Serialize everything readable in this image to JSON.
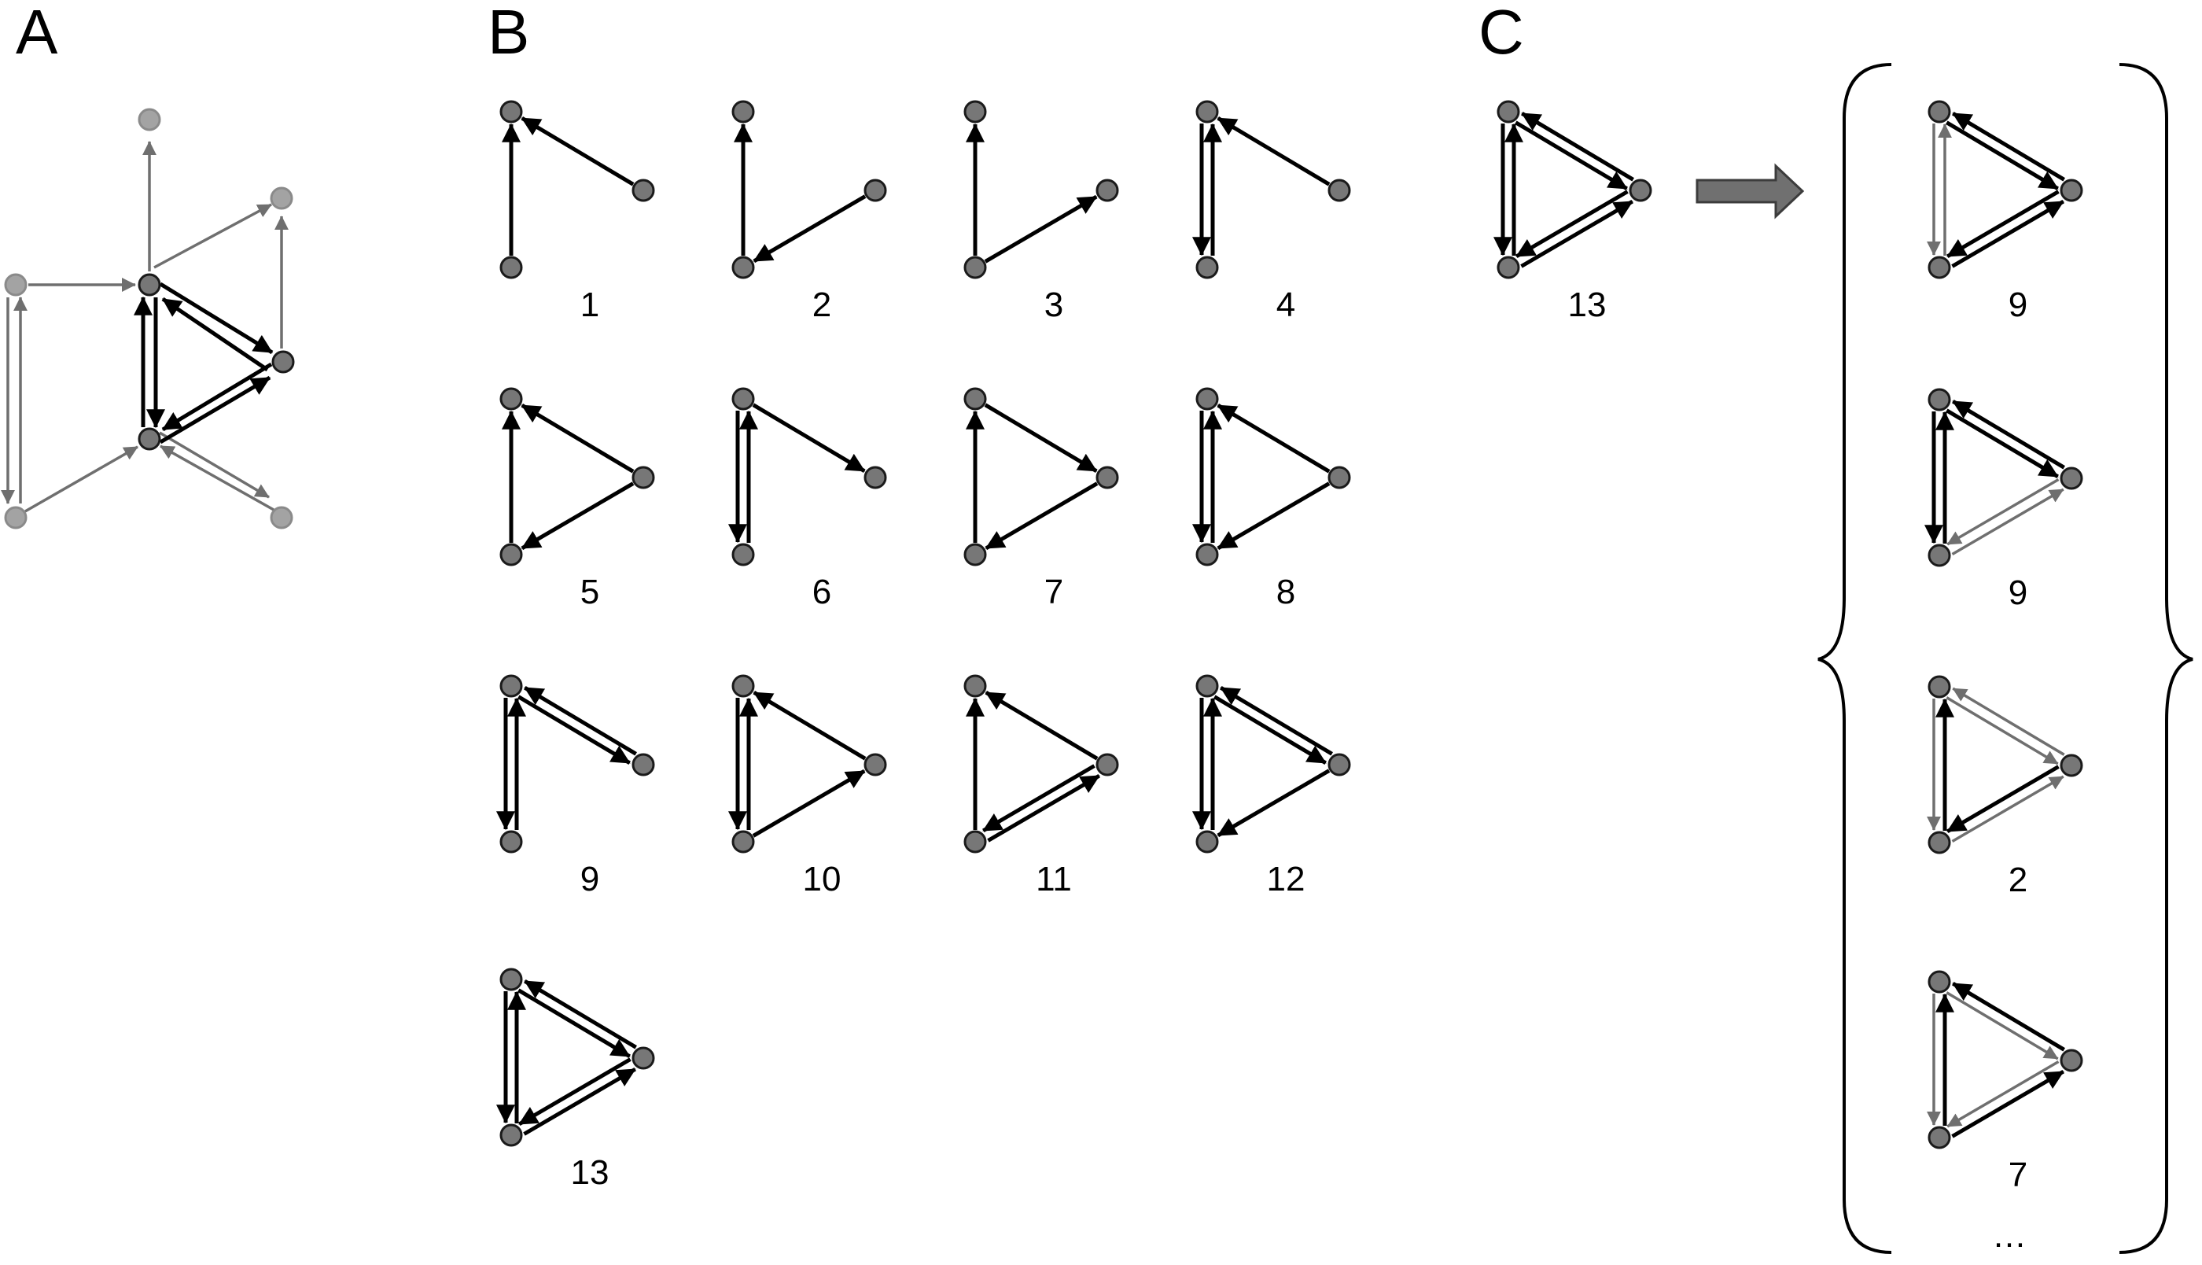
{
  "panels": {
    "a": {
      "letter": "A"
    },
    "b": {
      "letter": "B"
    },
    "c": {
      "letter": "C"
    }
  },
  "motifs_b": [
    {
      "id": "1",
      "label": "1",
      "edges": [
        [
          "c",
          "a"
        ],
        [
          "b",
          "a"
        ]
      ]
    },
    {
      "id": "2",
      "label": "2",
      "edges": [
        [
          "c",
          "a"
        ],
        [
          "b",
          "c"
        ]
      ]
    },
    {
      "id": "3",
      "label": "3",
      "edges": [
        [
          "c",
          "a"
        ],
        [
          "c",
          "b"
        ]
      ]
    },
    {
      "id": "4",
      "label": "4",
      "edges": [
        [
          "c",
          "a"
        ],
        [
          "a",
          "c"
        ],
        [
          "b",
          "a"
        ]
      ]
    },
    {
      "id": "5",
      "label": "5",
      "edges": [
        [
          "c",
          "a"
        ],
        [
          "b",
          "a"
        ],
        [
          "b",
          "c"
        ]
      ]
    },
    {
      "id": "6",
      "label": "6",
      "edges": [
        [
          "c",
          "a"
        ],
        [
          "a",
          "c"
        ],
        [
          "a",
          "b"
        ]
      ]
    },
    {
      "id": "7",
      "label": "7",
      "edges": [
        [
          "c",
          "a"
        ],
        [
          "a",
          "b"
        ],
        [
          "b",
          "c"
        ]
      ]
    },
    {
      "id": "8",
      "label": "8",
      "edges": [
        [
          "c",
          "a"
        ],
        [
          "a",
          "c"
        ],
        [
          "b",
          "a"
        ],
        [
          "b",
          "c"
        ]
      ]
    },
    {
      "id": "9",
      "label": "9",
      "edges": [
        [
          "c",
          "a"
        ],
        [
          "a",
          "c"
        ],
        [
          "a",
          "b"
        ],
        [
          "b",
          "a"
        ]
      ]
    },
    {
      "id": "10",
      "label": "10",
      "edges": [
        [
          "c",
          "a"
        ],
        [
          "a",
          "c"
        ],
        [
          "b",
          "a"
        ],
        [
          "c",
          "b"
        ]
      ]
    },
    {
      "id": "11",
      "label": "11",
      "edges": [
        [
          "c",
          "a"
        ],
        [
          "b",
          "a"
        ],
        [
          "b",
          "c"
        ],
        [
          "c",
          "b"
        ]
      ]
    },
    {
      "id": "12",
      "label": "12",
      "edges": [
        [
          "c",
          "a"
        ],
        [
          "a",
          "c"
        ],
        [
          "a",
          "b"
        ],
        [
          "b",
          "a"
        ],
        [
          "b",
          "c"
        ]
      ]
    },
    {
      "id": "13",
      "label": "13",
      "edges": [
        [
          "c",
          "a"
        ],
        [
          "a",
          "c"
        ],
        [
          "a",
          "b"
        ],
        [
          "b",
          "a"
        ],
        [
          "b",
          "c"
        ],
        [
          "c",
          "b"
        ]
      ]
    }
  ],
  "motif_c_source": {
    "label": "13",
    "edges": [
      [
        "c",
        "a"
      ],
      [
        "a",
        "c"
      ],
      [
        "a",
        "b"
      ],
      [
        "b",
        "a"
      ],
      [
        "b",
        "c"
      ],
      [
        "c",
        "b"
      ]
    ]
  },
  "motifs_c_result": [
    {
      "label": "9",
      "edges": [
        [
          "a",
          "b",
          "dark"
        ],
        [
          "b",
          "a",
          "dark"
        ],
        [
          "b",
          "c",
          "dark"
        ],
        [
          "c",
          "b",
          "dark"
        ],
        [
          "c",
          "a",
          "gray"
        ],
        [
          "a",
          "c",
          "gray"
        ]
      ]
    },
    {
      "label": "9",
      "edges": [
        [
          "a",
          "b",
          "dark"
        ],
        [
          "b",
          "a",
          "dark"
        ],
        [
          "c",
          "a",
          "dark"
        ],
        [
          "a",
          "c",
          "dark"
        ],
        [
          "b",
          "c",
          "gray"
        ],
        [
          "c",
          "b",
          "gray"
        ]
      ]
    },
    {
      "label": "2",
      "edges": [
        [
          "c",
          "a",
          "dark"
        ],
        [
          "b",
          "c",
          "dark"
        ],
        [
          "a",
          "b",
          "gray"
        ],
        [
          "b",
          "a",
          "gray"
        ],
        [
          "a",
          "c",
          "gray"
        ],
        [
          "c",
          "b",
          "gray"
        ]
      ]
    },
    {
      "label": "7",
      "edges": [
        [
          "c",
          "a",
          "dark"
        ],
        [
          "b",
          "a",
          "dark"
        ],
        [
          "c",
          "b",
          "dark"
        ],
        [
          "a",
          "b",
          "gray"
        ],
        [
          "a",
          "c",
          "gray"
        ],
        [
          "b",
          "c",
          "gray"
        ]
      ]
    }
  ],
  "ellipsis": "…",
  "colors": {
    "node_fill": "#777777",
    "node_fill_light": "#a3a3a3",
    "node_stroke": "#1a1a1a",
    "edge_dark": "#000000",
    "edge_gray": "#6f6f6f",
    "arrow_fill": "#707070",
    "arrow_stroke": "#3c3c3c"
  },
  "icons": {
    "transform_arrow": "right-block-arrow-icon",
    "brace_left": "left-curly-brace",
    "brace_right": "right-curly-brace"
  }
}
